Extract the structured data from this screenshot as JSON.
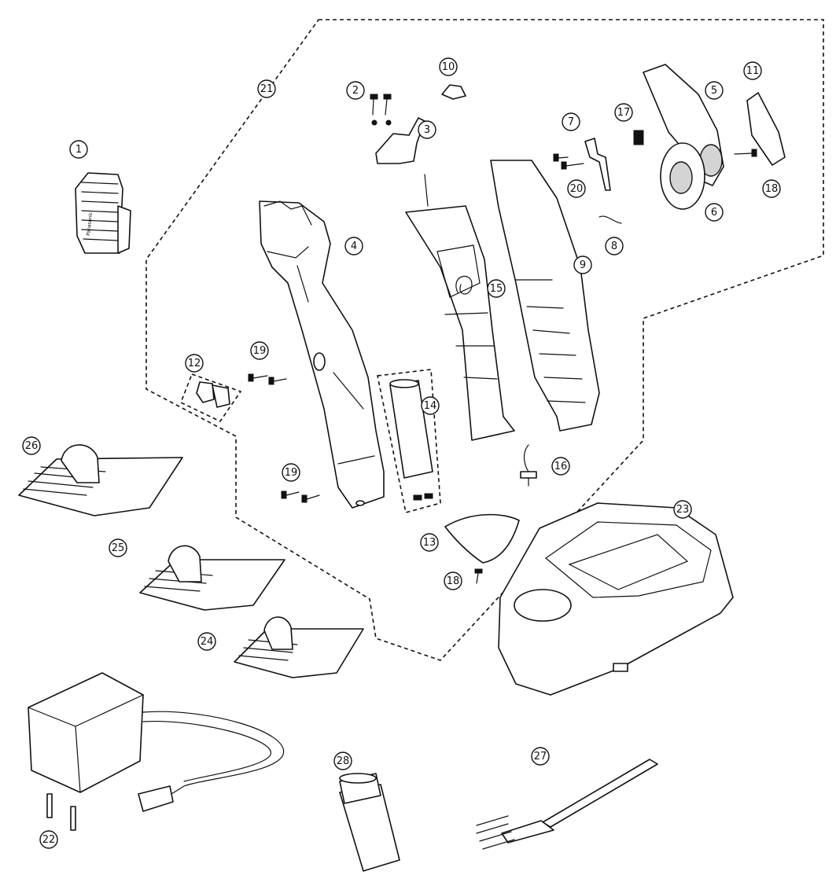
{
  "callouts": [
    "1",
    "2",
    "3",
    "4",
    "5",
    "6",
    "7",
    "8",
    "9",
    "10",
    "11",
    "12",
    "13",
    "14",
    "15",
    "16",
    "17",
    "18",
    "18",
    "19",
    "19",
    "20",
    "21",
    "22",
    "23",
    "24",
    "25",
    "26",
    "27",
    "28"
  ],
  "brand_label": "Panasonic",
  "icons": {
    "blade": "blade-icon",
    "body": "body-housing-icon",
    "charger": "charging-stand-icon",
    "adapter": "ac-adapter-icon",
    "oil": "oil-bottle-icon",
    "brush": "cleaning-brush-icon",
    "attachment": "comb-attachment-icon"
  }
}
